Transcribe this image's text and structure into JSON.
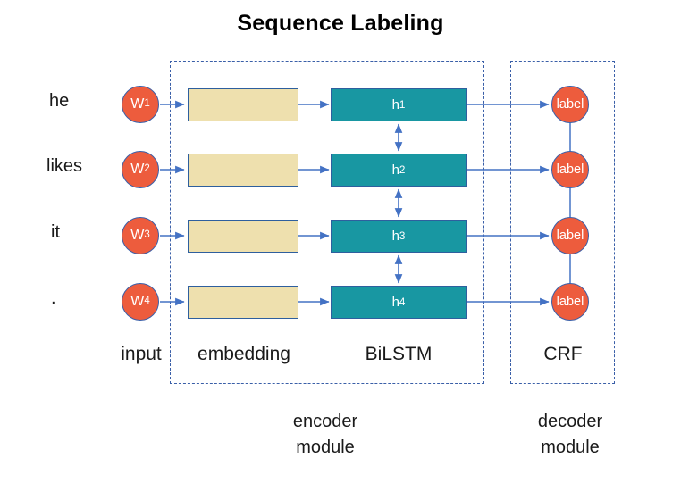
{
  "title": "Sequence Labeling",
  "colors": {
    "token_circle_fill": "#ed5c3d",
    "embedding_fill": "#eee0ae",
    "bilstm_fill": "#1897a2",
    "border_blue": "#2e5f9e",
    "arrow_blue": "#4472c4",
    "dash_blue": "#3a5fa8",
    "text_dark": "#1a1a1a",
    "background": "#ffffff"
  },
  "rows": [
    {
      "word": "he",
      "token": "W",
      "token_index": "1",
      "hidden": "h",
      "hidden_index": "1",
      "label": "label"
    },
    {
      "word": "likes",
      "token": "W",
      "token_index": "2",
      "hidden": "h",
      "hidden_index": "2",
      "label": "label"
    },
    {
      "word": "it",
      "token": "W",
      "token_index": "3",
      "hidden": "h",
      "hidden_index": "3",
      "label": "label"
    },
    {
      "word": ".",
      "token": "W",
      "token_index": "4",
      "hidden": "h",
      "hidden_index": "4",
      "label": "label"
    }
  ],
  "column_captions": {
    "input": "input",
    "embedding": "embedding",
    "bilstm": "BiLSTM",
    "crf": "CRF"
  },
  "module_captions": {
    "encoder_line1": "encoder",
    "encoder_line2": "module",
    "decoder_line1": "decoder",
    "decoder_line2": "module"
  },
  "chart_data": {
    "type": "diagram",
    "title": "Sequence Labeling",
    "description": "Neural sequence labeling architecture: input tokens to embeddings to BiLSTM hidden states to CRF labels",
    "nodes": [
      {
        "id": "w1",
        "layer": "input",
        "text": "W1",
        "row": 1
      },
      {
        "id": "w2",
        "layer": "input",
        "text": "W2",
        "row": 2
      },
      {
        "id": "w3",
        "layer": "input",
        "text": "W3",
        "row": 3
      },
      {
        "id": "w4",
        "layer": "input",
        "text": "W4",
        "row": 4
      },
      {
        "id": "e1",
        "layer": "embedding",
        "text": "",
        "row": 1
      },
      {
        "id": "e2",
        "layer": "embedding",
        "text": "",
        "row": 2
      },
      {
        "id": "e3",
        "layer": "embedding",
        "text": "",
        "row": 3
      },
      {
        "id": "e4",
        "layer": "embedding",
        "text": "",
        "row": 4
      },
      {
        "id": "h1",
        "layer": "bilstm",
        "text": "h1",
        "row": 1
      },
      {
        "id": "h2",
        "layer": "bilstm",
        "text": "h2",
        "row": 2
      },
      {
        "id": "h3",
        "layer": "bilstm",
        "text": "h3",
        "row": 3
      },
      {
        "id": "h4",
        "layer": "bilstm",
        "text": "h4",
        "row": 4
      },
      {
        "id": "l1",
        "layer": "crf",
        "text": "label",
        "row": 1
      },
      {
        "id": "l2",
        "layer": "crf",
        "text": "label",
        "row": 2
      },
      {
        "id": "l3",
        "layer": "crf",
        "text": "label",
        "row": 3
      },
      {
        "id": "l4",
        "layer": "crf",
        "text": "label",
        "row": 4
      }
    ],
    "edges": [
      {
        "from": "w1",
        "to": "e1",
        "style": "arrow"
      },
      {
        "from": "w2",
        "to": "e2",
        "style": "arrow"
      },
      {
        "from": "w3",
        "to": "e3",
        "style": "arrow"
      },
      {
        "from": "w4",
        "to": "e4",
        "style": "arrow"
      },
      {
        "from": "e1",
        "to": "h1",
        "style": "arrow"
      },
      {
        "from": "e2",
        "to": "h2",
        "style": "arrow"
      },
      {
        "from": "e3",
        "to": "h3",
        "style": "arrow"
      },
      {
        "from": "e4",
        "to": "h4",
        "style": "arrow"
      },
      {
        "from": "h1",
        "to": "l1",
        "style": "arrow"
      },
      {
        "from": "h2",
        "to": "l2",
        "style": "arrow"
      },
      {
        "from": "h3",
        "to": "l3",
        "style": "arrow"
      },
      {
        "from": "h4",
        "to": "l4",
        "style": "arrow"
      },
      {
        "from": "h1",
        "to": "h2",
        "style": "double-arrow"
      },
      {
        "from": "h2",
        "to": "h3",
        "style": "double-arrow"
      },
      {
        "from": "h3",
        "to": "h4",
        "style": "double-arrow"
      },
      {
        "from": "l1",
        "to": "l2",
        "style": "line"
      },
      {
        "from": "l2",
        "to": "l3",
        "style": "line"
      },
      {
        "from": "l3",
        "to": "l4",
        "style": "line"
      }
    ],
    "groups": [
      {
        "name": "encoder module",
        "contains": [
          "embedding",
          "bilstm"
        ]
      },
      {
        "name": "decoder module",
        "contains": [
          "crf"
        ]
      }
    ]
  }
}
